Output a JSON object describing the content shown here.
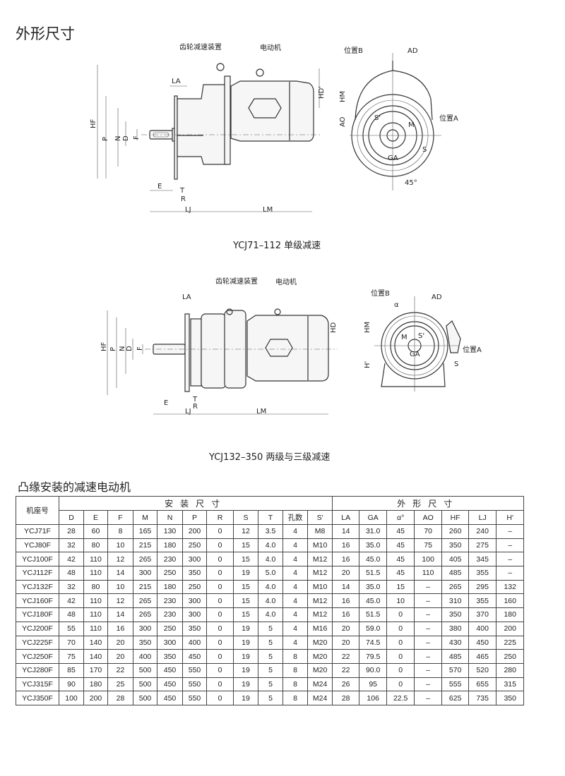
{
  "page_title": "外形尺寸",
  "drawing1": {
    "caption": "YCJ71–112 单级减速",
    "labels": {
      "gear_reducer": "齿轮减速装置",
      "motor": "电动机",
      "LA": "LA",
      "HF": "HF",
      "P": "P",
      "N": "N",
      "D": "D",
      "F": "F",
      "HD": "HD'",
      "E": "E",
      "T": "T",
      "R": "R",
      "LJ": "LJ",
      "LM": "LM"
    },
    "end_view": {
      "posB": "位置B",
      "posA": "位置A",
      "AD": "AD",
      "HM": "HM",
      "AO": "AO",
      "S_prime": "S'",
      "M": "M",
      "GA": "GA",
      "S": "S",
      "angle": "45°"
    }
  },
  "drawing2": {
    "caption": "YCJ132–350 两级与三级减速",
    "labels": {
      "gear_reducer": "齿轮减速装置",
      "motor": "电动机",
      "LA": "LA",
      "HF": "HF",
      "P": "P",
      "N": "N",
      "D": "D",
      "F": "F",
      "HD": "HD",
      "E": "E",
      "T": "T",
      "R": "R",
      "LJ": "LJ",
      "LM": "LM"
    },
    "end_view": {
      "posB": "位置B",
      "posA": "位置A",
      "AD": "AD",
      "alpha": "α",
      "HM": "HM",
      "H_prime": "H'",
      "M": "M",
      "S_prime": "S'",
      "GA": "GA",
      "S": "S"
    }
  },
  "section_title": "凸缘安装的减速电动机",
  "table": {
    "frame_header": "机座号",
    "install_group": "安装尺寸",
    "outline_group": "外形尺寸",
    "columns": [
      "D",
      "E",
      "F",
      "M",
      "N",
      "P",
      "R",
      "S",
      "T",
      "孔数",
      "S'",
      "LA",
      "GA",
      "α°",
      "AO",
      "HF",
      "LJ",
      "H'"
    ],
    "rows": [
      [
        "YCJ71F",
        "28",
        "60",
        "8",
        "165",
        "130",
        "200",
        "0",
        "12",
        "3.5",
        "4",
        "M8",
        "14",
        "31.0",
        "45",
        "70",
        "260",
        "240",
        "–"
      ],
      [
        "YCJ80F",
        "32",
        "80",
        "10",
        "215",
        "180",
        "250",
        "0",
        "15",
        "4.0",
        "4",
        "M10",
        "16",
        "35.0",
        "45",
        "75",
        "350",
        "275",
        "–"
      ],
      [
        "YCJ100F",
        "42",
        "110",
        "12",
        "265",
        "230",
        "300",
        "0",
        "15",
        "4.0",
        "4",
        "M12",
        "16",
        "45.0",
        "45",
        "100",
        "405",
        "345",
        "–"
      ],
      [
        "YCJ112F",
        "48",
        "110",
        "14",
        "300",
        "250",
        "350",
        "0",
        "19",
        "5.0",
        "4",
        "M12",
        "20",
        "51.5",
        "45",
        "110",
        "485",
        "355",
        "–"
      ],
      [
        "YCJ132F",
        "32",
        "80",
        "10",
        "215",
        "180",
        "250",
        "0",
        "15",
        "4.0",
        "4",
        "M10",
        "14",
        "35.0",
        "15",
        "–",
        "265",
        "295",
        "132"
      ],
      [
        "YCJ160F",
        "42",
        "110",
        "12",
        "265",
        "230",
        "300",
        "0",
        "15",
        "4.0",
        "4",
        "M12",
        "16",
        "45.0",
        "10",
        "–",
        "310",
        "355",
        "160"
      ],
      [
        "YCJ180F",
        "48",
        "110",
        "14",
        "265",
        "230",
        "300",
        "0",
        "15",
        "4.0",
        "4",
        "M12",
        "16",
        "51.5",
        "0",
        "–",
        "350",
        "370",
        "180"
      ],
      [
        "YCJ200F",
        "55",
        "110",
        "16",
        "300",
        "250",
        "350",
        "0",
        "19",
        "5",
        "4",
        "M16",
        "20",
        "59.0",
        "0",
        "–",
        "380",
        "400",
        "200"
      ],
      [
        "YCJ225F",
        "70",
        "140",
        "20",
        "350",
        "300",
        "400",
        "0",
        "19",
        "5",
        "4",
        "M20",
        "20",
        "74.5",
        "0",
        "–",
        "430",
        "450",
        "225"
      ],
      [
        "YCJ250F",
        "75",
        "140",
        "20",
        "400",
        "350",
        "450",
        "0",
        "19",
        "5",
        "8",
        "M20",
        "22",
        "79.5",
        "0",
        "–",
        "485",
        "465",
        "250"
      ],
      [
        "YCJ280F",
        "85",
        "170",
        "22",
        "500",
        "450",
        "550",
        "0",
        "19",
        "5",
        "8",
        "M20",
        "22",
        "90.0",
        "0",
        "–",
        "570",
        "520",
        "280"
      ],
      [
        "YCJ315F",
        "90",
        "180",
        "25",
        "500",
        "450",
        "550",
        "0",
        "19",
        "5",
        "8",
        "M24",
        "26",
        "95",
        "0",
        "–",
        "555",
        "655",
        "315"
      ],
      [
        "YCJ350F",
        "100",
        "200",
        "28",
        "500",
        "450",
        "550",
        "0",
        "19",
        "5",
        "8",
        "M24",
        "28",
        "106",
        "22.5",
        "–",
        "625",
        "735",
        "350"
      ]
    ]
  }
}
